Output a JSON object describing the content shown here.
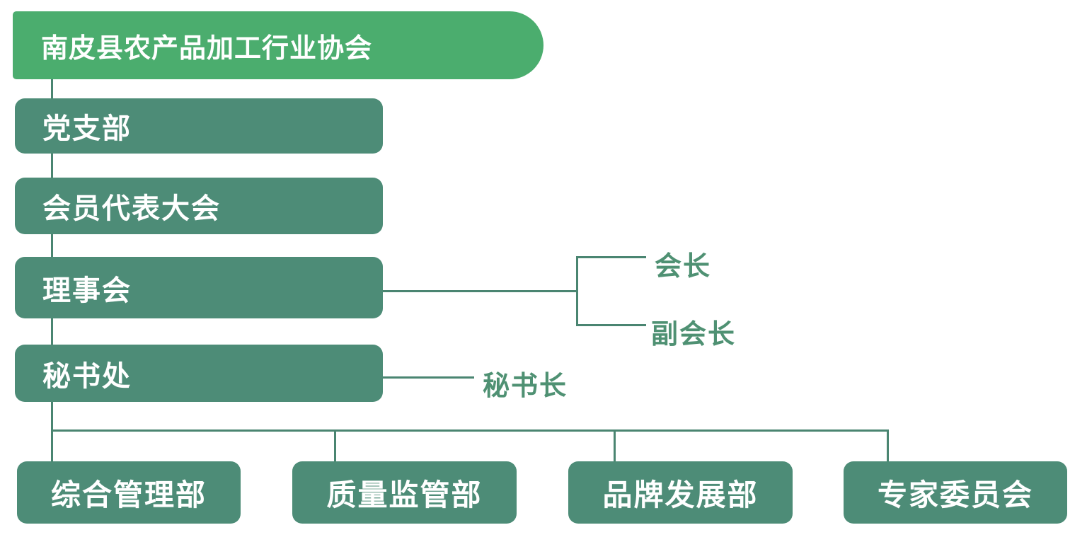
{
  "org": {
    "root": "南皮县农产品加工行业协会",
    "party_branch": "党支部",
    "member_assembly": "会员代表大会",
    "council": "理事会",
    "secretariat": "秘书处",
    "council_roles": {
      "president": "会长",
      "vice_president": "副会长"
    },
    "secretariat_role": "秘书长",
    "departments": [
      "综合管理部",
      "质量监管部",
      "品牌发展部",
      "专家委员会"
    ]
  },
  "colors": {
    "root_green": "#4bad6e",
    "node_teal": "#4d8c77",
    "line_green": "#4a8571",
    "role_green": "#4f9173",
    "background": "#ffffff",
    "text_on_box": "#ffffff"
  }
}
